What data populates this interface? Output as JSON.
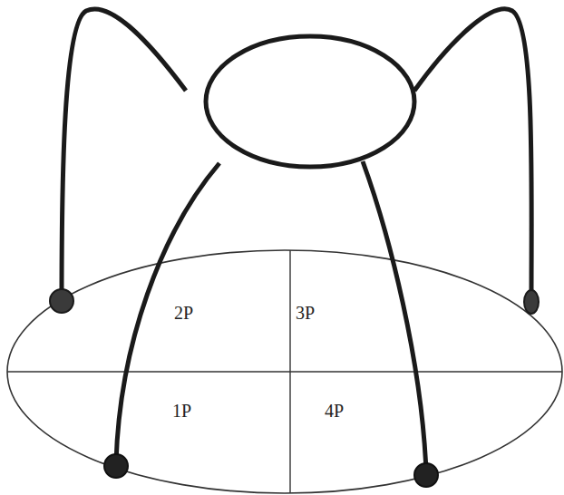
{
  "diagram": {
    "labels": [
      "2P",
      "3P",
      "1P",
      "4P"
    ]
  }
}
